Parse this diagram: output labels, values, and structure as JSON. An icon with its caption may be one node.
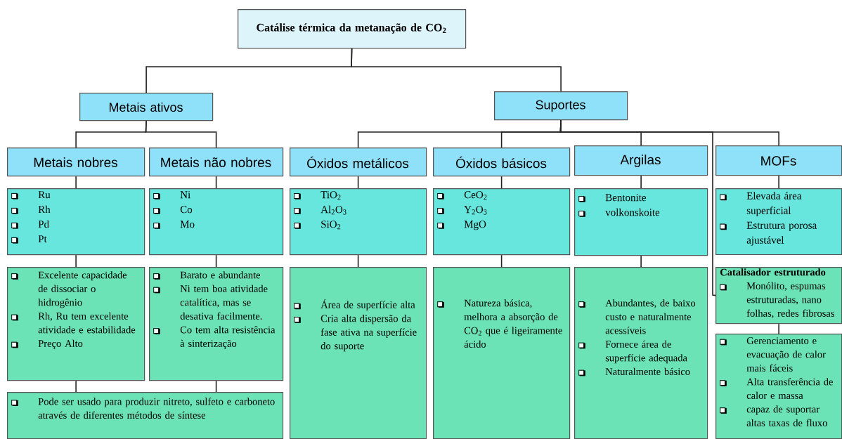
{
  "diagram": {
    "nodes": [
      {
        "text": [
          "Catálise térmica da metanação de CO$_{2}$"
        ]
      },
      {
        "text": [
          "Metais ativos"
        ]
      },
      {
        "text": [
          "Suportes"
        ]
      },
      {
        "text": [
          "Metais nobres"
        ]
      },
      {
        "text": [
          "Metais não nobres"
        ]
      },
      {
        "text": [
          "Óxidos metálicos"
        ]
      },
      {
        "text": [
          "Óxidos básicos"
        ]
      },
      {
        "text": [
          "Argilas"
        ]
      },
      {
        "text": [
          "MOFs"
        ]
      },
      {
        "text": [
          "Ru",
          "Rh",
          "Pd",
          "Pt"
        ]
      },
      {
        "text": [
          "Ni",
          "Co",
          "Mo"
        ]
      },
      {
        "text": [
          "TiO$_{2}$",
          "Al$_{2}$O$_{3}$",
          "SiO$_{2}$"
        ]
      },
      {
        "text": [
          "CeO$_{2}$",
          "Y$_{2}$O$_{3}$",
          "MgO"
        ]
      },
      {
        "text": [
          "Bentonite",
          "volkonskoite"
        ]
      },
      {
        "text": [
          "Elevada área superficial",
          "Estrutura porosa ajustável"
        ]
      },
      {
        "text": [
          "Excelente capacidade de dissociar o hidrogênio",
          "Rh, Ru tem excelente atividade e estabilidade",
          "Preço Alto"
        ]
      },
      {
        "text": [
          "Barato e abundante",
          "Ni tem boa atividade catalítica, mas se desativa facilmente.",
          "Co tem alta resistência à sinterização"
        ]
      },
      {
        "text": [
          "Área de superfície alta",
          "Cria alta dispersão da fase ativa na superfície do suporte"
        ]
      },
      {
        "text": [
          "Natureza básica, melhora a absorção de CO$_{2}$ que é ligeiramente ácido"
        ]
      },
      {
        "text": [
          "Abundantes, de baixo custo e naturalmente acessíveis",
          "Fornece área de superfície adequada",
          "Naturalmente básico"
        ]
      },
      {
        "text": [
          "Catalisador estruturado",
          "Monólito, espumas estruturadas, nano folhas, redes fibrosas"
        ]
      },
      {
        "text": [
          "Gerenciamento e evacuação de calor mais fáceis",
          "Alta transferência de calor e massa",
          "capaz de suportar altas taxas de fluxo"
        ]
      },
      {
        "text": [
          "Pode ser usado para produzir nitreto, sulfeto e carboneto através de diferentes métodos de síntese"
        ]
      }
    ],
    "edges": [
      {
        "from": 0,
        "to": 1,
        "arrow": "none"
      },
      {
        "from": 0,
        "to": 2,
        "arrow": "none"
      },
      {
        "from": 1,
        "to": 3,
        "arrow": "none"
      },
      {
        "from": 1,
        "to": 4,
        "arrow": "none"
      },
      {
        "from": 2,
        "to": 5,
        "arrow": "none"
      },
      {
        "from": 2,
        "to": 6,
        "arrow": "none"
      },
      {
        "from": 2,
        "to": 7,
        "arrow": "none"
      },
      {
        "from": 2,
        "to": 8,
        "arrow": "none"
      },
      {
        "from": 2,
        "to": 20,
        "arrow": "none"
      },
      {
        "from": 3,
        "to": 9,
        "arrow": "none"
      },
      {
        "from": 4,
        "to": 10,
        "arrow": "none"
      },
      {
        "from": 5,
        "to": 11,
        "arrow": "none"
      },
      {
        "from": 6,
        "to": 12,
        "arrow": "none"
      },
      {
        "from": 7,
        "to": 13,
        "arrow": "none"
      },
      {
        "from": 8,
        "to": 14,
        "arrow": "none"
      },
      {
        "from": 9,
        "to": 15,
        "arrow": "none"
      },
      {
        "from": 10,
        "to": 16,
        "arrow": "none"
      },
      {
        "from": 11,
        "to": 17,
        "arrow": "none"
      },
      {
        "from": 12,
        "to": 18,
        "arrow": "none"
      },
      {
        "from": 13,
        "to": 19,
        "arrow": "none"
      },
      {
        "from": 20,
        "to": 21,
        "arrow": "none"
      },
      {
        "from": 15,
        "to": 22,
        "arrow": "none"
      },
      {
        "from": 16,
        "to": 22,
        "arrow": "none"
      }
    ]
  }
}
